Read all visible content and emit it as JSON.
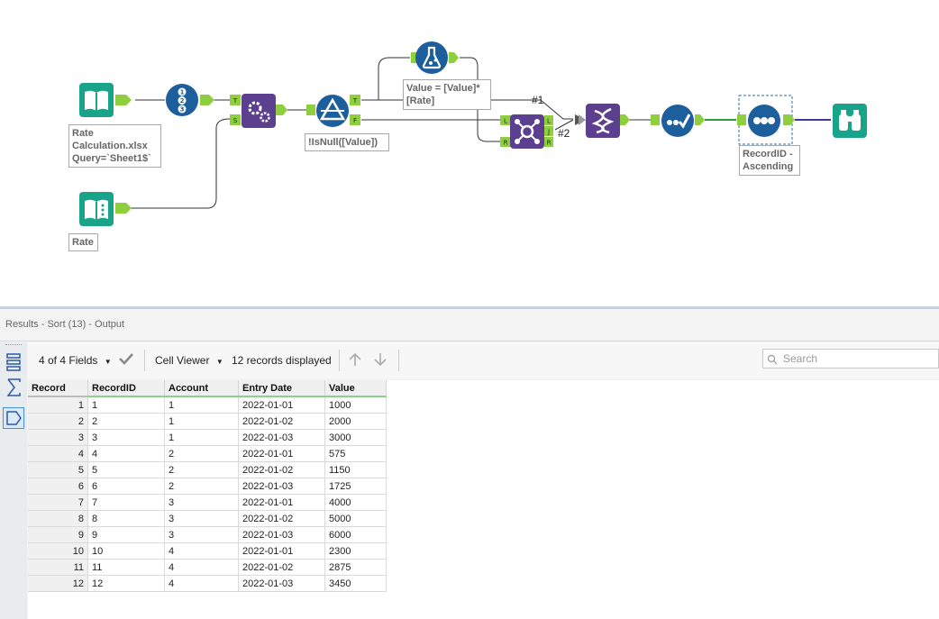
{
  "canvas": {
    "annotations": {
      "input1": "Rate\nCalculation.xlsx\nQuery=`Sheet1$`",
      "input2": "Rate",
      "filter": "!IsNull([Value])",
      "formula": "Value = [Value]*\n[Rate]",
      "sort": "RecordID -\nAscending"
    },
    "connection_labels": {
      "c1": "#1",
      "c2": "#2"
    },
    "anchors": {
      "t": "T",
      "f": "F",
      "s": "S",
      "l": "L",
      "r": "R",
      "j": "J"
    }
  },
  "results": {
    "title": "Results - Sort (13) - Output",
    "toolbar": {
      "fields": "4 of 4 Fields",
      "viewer": "Cell Viewer",
      "records": "12 records displayed"
    },
    "search_placeholder": "Search",
    "columns": [
      "Record",
      "RecordID",
      "Account",
      "Entry Date",
      "Value"
    ],
    "rows": [
      [
        "1",
        "1",
        "1",
        "2022-01-01",
        "1000"
      ],
      [
        "2",
        "2",
        "1",
        "2022-01-02",
        "2000"
      ],
      [
        "3",
        "3",
        "1",
        "2022-01-03",
        "3000"
      ],
      [
        "4",
        "4",
        "2",
        "2022-01-01",
        "575"
      ],
      [
        "5",
        "5",
        "2",
        "2022-01-02",
        "1150"
      ],
      [
        "6",
        "6",
        "2",
        "2022-01-03",
        "1725"
      ],
      [
        "7",
        "7",
        "3",
        "2022-01-01",
        "4000"
      ],
      [
        "8",
        "8",
        "3",
        "2022-01-02",
        "5000"
      ],
      [
        "9",
        "9",
        "3",
        "2022-01-03",
        "6000"
      ],
      [
        "10",
        "10",
        "4",
        "2022-01-01",
        "2300"
      ],
      [
        "11",
        "11",
        "4",
        "2022-01-02",
        "2875"
      ],
      [
        "12",
        "12",
        "4",
        "2022-01-03",
        "3450"
      ]
    ]
  },
  "colors": {
    "input": "#19a48a",
    "blue_tool": "#1d5e9c",
    "purple_tool": "#5d3f8f",
    "anchor": "#8fcf3f"
  }
}
